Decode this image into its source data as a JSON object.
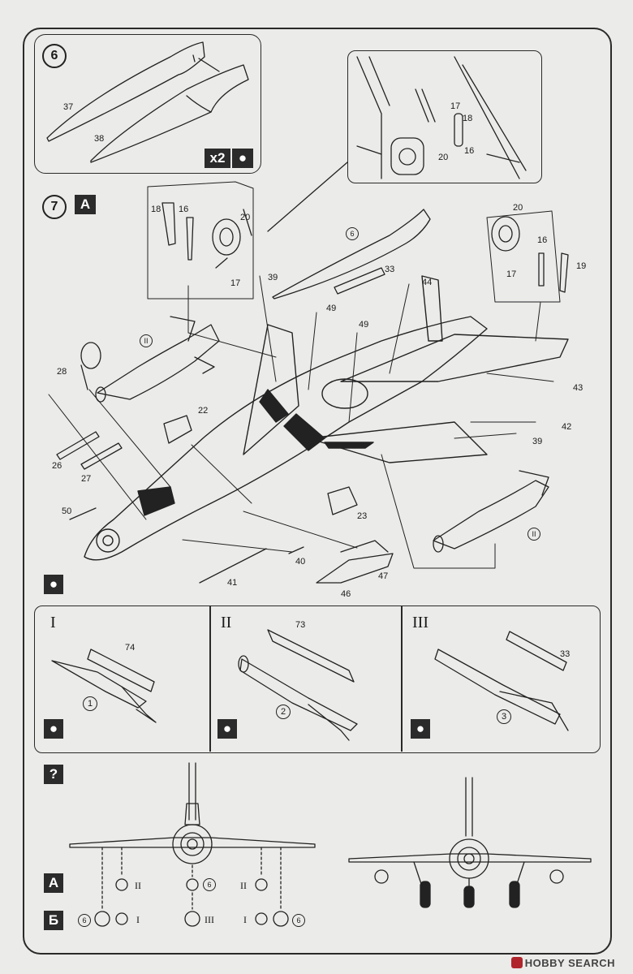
{
  "steps": {
    "six": "6",
    "seven": "7",
    "seven_variant": "A",
    "unknown": "?"
  },
  "badges": {
    "x2": "x2",
    "variant_a": "A",
    "variant_b": "Б"
  },
  "subs": {
    "one": "I",
    "two": "II",
    "three": "III"
  },
  "circled": {
    "c1": "1",
    "c2": "2",
    "c3": "3",
    "c6": "6"
  },
  "step6_parts": {
    "p37": "37",
    "p38": "38"
  },
  "inset_parts": {
    "p17": "17",
    "p18": "18",
    "p20": "20",
    "p16": "16"
  },
  "main_parts": {
    "p18": "18",
    "p16": "16",
    "p20a": "20",
    "p17a": "17",
    "p39a": "39",
    "p33": "33",
    "p44": "44",
    "p49a": "49",
    "p49b": "49",
    "p20b": "20",
    "p16b": "16",
    "p17b": "17",
    "p19": "19",
    "p28": "28",
    "p22": "22",
    "p26": "26",
    "p27": "27",
    "p43": "43",
    "p42": "42",
    "p39b": "39",
    "p23": "23",
    "p50": "50",
    "p40": "40",
    "p41": "41",
    "p47": "47",
    "p46": "46",
    "roman_ii_a": "II",
    "roman_ii_b": "II"
  },
  "sub_parts": {
    "p74": "74",
    "p73": "73",
    "p33": "33"
  },
  "bottom": {
    "ii_l": "II",
    "i_r": "I",
    "iii": "III",
    "ii_r": "II",
    "i_l": "I"
  },
  "watermark": {
    "brand": "HOBBY SEARCH"
  }
}
